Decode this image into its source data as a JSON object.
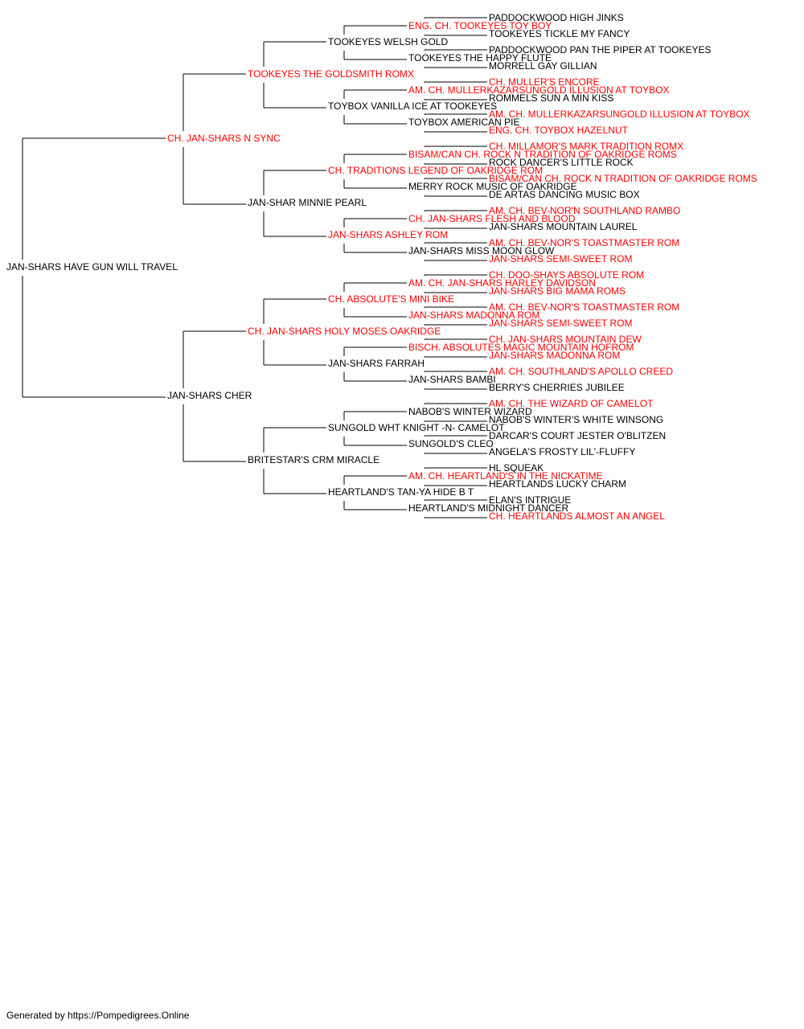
{
  "colors": {
    "champion": "#ff0000",
    "normal": "#000000",
    "line": "#000000"
  },
  "footer": "Generated by https://Pompedigrees.Online",
  "pedigree": {
    "name": "JAN-SHARS HAVE GUN WILL TRAVEL",
    "champion": false,
    "sire": {
      "name": "CH. JAN-SHARS N SYNC",
      "champion": true,
      "sire": {
        "name": "TOOKEYES THE GOLDSMITH ROMX",
        "champion": true,
        "sire": {
          "name": "TOOKEYES WELSH GOLD",
          "champion": false,
          "sire": {
            "name": "ENG. CH. TOOKEYES TOY BOY",
            "champion": true,
            "sire": {
              "name": "PADDOCKWOOD HIGH JINKS",
              "champion": false
            },
            "dam": {
              "name": "TOOKEYES TICKLE MY FANCY",
              "champion": false
            }
          },
          "dam": {
            "name": "TOOKEYES THE HAPPY FLUTE",
            "champion": false,
            "sire": {
              "name": "PADDOCKWOOD PAN THE PIPER AT TOOKEYES",
              "champion": false
            },
            "dam": {
              "name": "MORRELL GAY GILLIAN",
              "champion": false
            }
          }
        },
        "dam": {
          "name": "TOYBOX VANILLA ICE AT TOOKEYES",
          "champion": false,
          "sire": {
            "name": "AM. CH. MULLERKAZARSUNGOLD ILLUSION AT TOYBOX",
            "champion": true,
            "sire": {
              "name": "CH. MULLER'S ENCORE",
              "champion": true
            },
            "dam": {
              "name": "ROMMELS SUN A MIN KISS",
              "champion": false
            }
          },
          "dam": {
            "name": "TOYBOX AMERICAN PIE",
            "champion": false,
            "sire": {
              "name": "AM. CH. MULLERKAZARSUNGOLD ILLUSION AT TOYBOX",
              "champion": true
            },
            "dam": {
              "name": "ENG. CH. TOYBOX HAZELNUT",
              "champion": true
            }
          }
        }
      },
      "dam": {
        "name": "JAN-SHAR MINNIE PEARL",
        "champion": false,
        "sire": {
          "name": "CH. TRADITIONS LEGEND OF OAKRIDGE ROM",
          "champion": true,
          "sire": {
            "name": "BISAM/CAN CH. ROCK N TRADITION OF OAKRIDGE ROMS",
            "champion": true,
            "sire": {
              "name": "CH. MILLAMOR'S MARK TRADITION ROMX",
              "champion": true
            },
            "dam": {
              "name": "ROCK DANCER'S LITTLE ROCK",
              "champion": false
            }
          },
          "dam": {
            "name": "MERRY ROCK MUSIC OF OAKRIDGE",
            "champion": false,
            "sire": {
              "name": "BISAM/CAN CH. ROCK N TRADITION OF OAKRIDGE ROMS",
              "champion": true
            },
            "dam": {
              "name": "DE ARTAS DANCING MUSIC BOX",
              "champion": false
            }
          }
        },
        "dam": {
          "name": "JAN-SHARS ASHLEY ROM",
          "champion": true,
          "sire": {
            "name": "CH. JAN-SHARS FLESH AND BLOOD",
            "champion": true,
            "sire": {
              "name": "AM. CH. BEV-NOR'N SOUTHLAND RAMBO",
              "champion": true
            },
            "dam": {
              "name": "JAN-SHARS MOUNTAIN LAUREL",
              "champion": false
            }
          },
          "dam": {
            "name": "JAN-SHARS MISS MOON GLOW",
            "champion": false,
            "sire": {
              "name": "AM. CH. BEV-NOR'S TOASTMASTER ROM",
              "champion": true
            },
            "dam": {
              "name": "JAN-SHARS SEMI-SWEET ROM",
              "champion": true
            }
          }
        }
      }
    },
    "dam": {
      "name": "JAN-SHARS CHER",
      "champion": false,
      "sire": {
        "name": "CH. JAN-SHARS HOLY MOSES OAKRIDGE",
        "champion": true,
        "sire": {
          "name": "CH. ABSOLUTE'S MINI BIKE",
          "champion": true,
          "sire": {
            "name": "AM. CH. JAN-SHARS HARLEY DAVIDSON",
            "champion": true,
            "sire": {
              "name": "CH. DOO-SHAYS ABSOLUTE ROM",
              "champion": true
            },
            "dam": {
              "name": "JAN-SHARS BIG MAMA ROMS",
              "champion": true
            }
          },
          "dam": {
            "name": "JAN-SHARS MADONNA ROM",
            "champion": true,
            "sire": {
              "name": "AM. CH. BEV-NOR'S TOASTMASTER ROM",
              "champion": true
            },
            "dam": {
              "name": "JAN-SHARS SEMI-SWEET ROM",
              "champion": true
            }
          }
        },
        "dam": {
          "name": "JAN-SHARS FARRAH",
          "champion": false,
          "sire": {
            "name": "BISCH. ABSOLUTES MAGIC MOUNTAIN HOFROM",
            "champion": true,
            "sire": {
              "name": "CH. JAN-SHARS MOUNTAIN DEW",
              "champion": true
            },
            "dam": {
              "name": "JAN-SHARS MADONNA ROM",
              "champion": true
            }
          },
          "dam": {
            "name": "JAN-SHARS BAMBI",
            "champion": false,
            "sire": {
              "name": "AM. CH. SOUTHLAND'S APOLLO CREED",
              "champion": true
            },
            "dam": {
              "name": "BERRY'S CHERRIES JUBILEE",
              "champion": false
            }
          }
        }
      },
      "dam": {
        "name": "BRITESTAR'S CRM MIRACLE",
        "champion": false,
        "sire": {
          "name": "SUNGOLD WHT KNIGHT -N- CAMELOT",
          "champion": false,
          "sire": {
            "name": "NABOB'S WINTER WIZARD",
            "champion": false,
            "sire": {
              "name": "AM. CH. THE WIZARD OF CAMELOT",
              "champion": true
            },
            "dam": {
              "name": "NABOB'S WINTER'S WHITE WINSONG",
              "champion": false
            }
          },
          "dam": {
            "name": "SUNGOLD'S CLEO",
            "champion": false,
            "sire": {
              "name": "DARCAR'S COURT JESTER O'BLITZEN",
              "champion": false
            },
            "dam": {
              "name": "ANGELA'S FROSTY LIL'-FLUFFY",
              "champion": false
            }
          }
        },
        "dam": {
          "name": "HEARTLAND'S TAN-YA HIDE B T",
          "champion": false,
          "sire": {
            "name": "AM. CH. HEARTLAND'S IN THE NICKATIME",
            "champion": true,
            "sire": {
              "name": "HL SQUEAK",
              "champion": false
            },
            "dam": {
              "name": "HEARTLANDS LUCKY CHARM",
              "champion": false
            }
          },
          "dam": {
            "name": "HEARTLAND'S MIDNIGHT DANCER",
            "champion": false,
            "sire": {
              "name": "ELAN'S INTRIGUE",
              "champion": false
            },
            "dam": {
              "name": "CH. HEARTLANDS ALMOST AN ANGEL",
              "champion": true
            }
          }
        }
      }
    }
  }
}
